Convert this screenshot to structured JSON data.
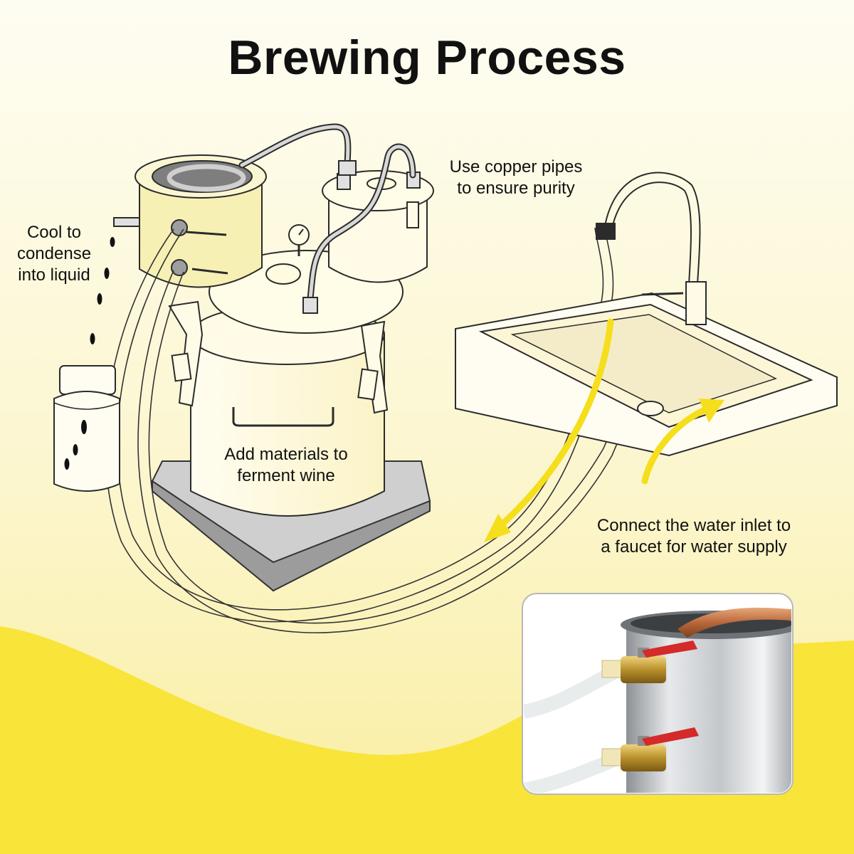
{
  "title": "Brewing Process",
  "labels": {
    "copper": [
      "Use copper pipes",
      "to ensure purity"
    ],
    "cool": [
      "Cool to",
      "condense",
      "into liquid"
    ],
    "ferment": [
      "Add materials to",
      "ferment wine"
    ],
    "water": [
      "Connect the water inlet to",
      "a faucet for water supply"
    ]
  },
  "colors": {
    "background": "#fdfbe9",
    "accent_yellow": "#f5de1c",
    "condenser_fill": "#f7f0b4",
    "outline": "#2b2b2b",
    "valve_handle": "#d42a2a",
    "brass": "#b8902c"
  }
}
